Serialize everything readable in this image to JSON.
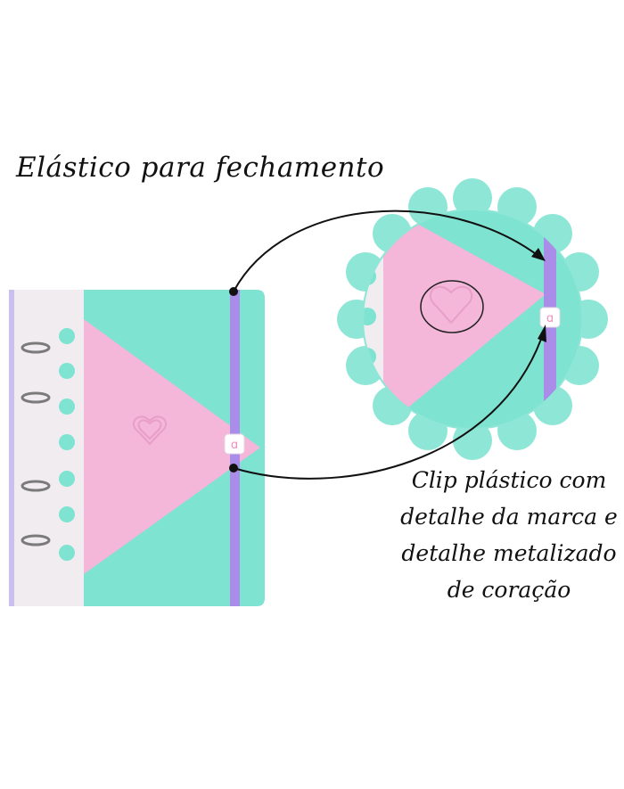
{
  "labels": {
    "elastic": "Elástico para fechamento",
    "clip_lines": [
      "Clip plástico com",
      "detalhe da marca e",
      "detalhe metalizado",
      "de coração"
    ]
  },
  "colors": {
    "mint": "#7fe3d2",
    "pink": "#f4b6d9",
    "lilac": "#a98de8",
    "white_panel": "#f1ecef",
    "scallop": "#8ee6d6",
    "ring": "#7b7b7b"
  }
}
